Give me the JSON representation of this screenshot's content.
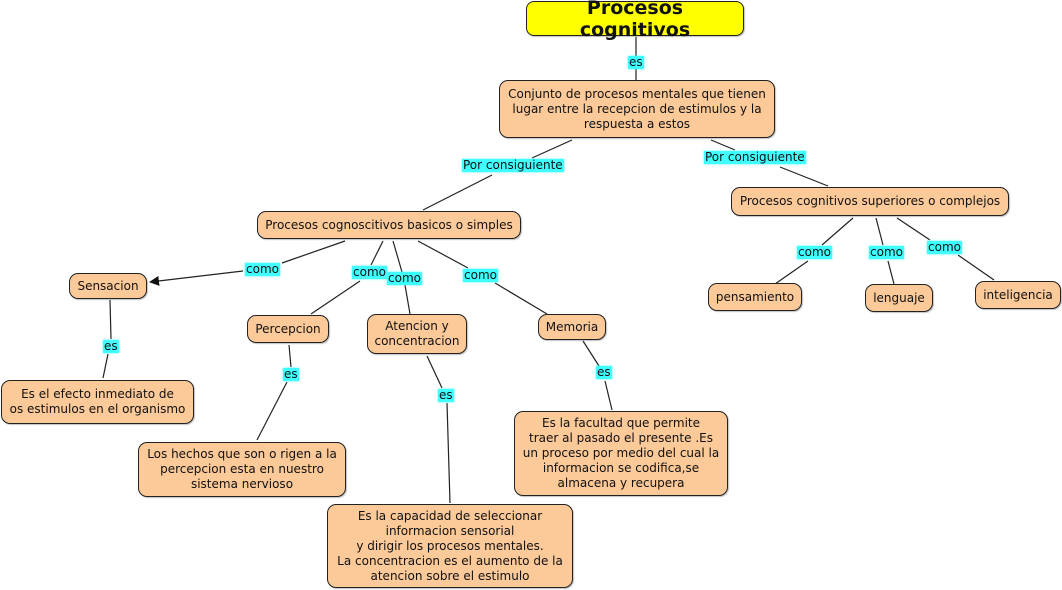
{
  "title": "Procesos cognitivos",
  "colors": {
    "root_fill": "#ffff00",
    "node_fill": "#fcc998",
    "link_label_fill": "#40ffff",
    "line": "#222222"
  },
  "nodes": {
    "root": "Procesos cognitivos",
    "definition": "Conjunto de procesos mentales que tienen\nlugar entre la recepcion de estimulos y la\nrespuesta a estos",
    "basicos": "Procesos cognoscitivos basicos o simples",
    "superiores": "Procesos cognitivos superiores o complejos",
    "sensacion": "Sensacion",
    "percepcion": "Percepcion",
    "atencion": "Atencion y\nconcentracion",
    "memoria": "Memoria",
    "pensamiento": "pensamiento",
    "lenguaje": "lenguaje",
    "inteligencia": "inteligencia",
    "sensacion_def": "Es el efecto inmediato de\nos estimulos en el organismo",
    "percepcion_def": "Los hechos que son o rigen a la\npercepcion esta en nuestro\nsistema nervioso",
    "atencion_def": "Es la capacidad de seleccionar\ninformacion sensorial\ny dirigir los procesos mentales.\nLa concentracion es el aumento de la\natencion sobre el estimulo",
    "memoria_def": "Es la facultad que permite\ntraer al pasado el presente .Es\nun proceso por medio del cual la\ninformacion se codifica,se\nalmacena y recupera"
  },
  "links": {
    "root_es": "es",
    "por_consiguiente_1": "Por consiguiente",
    "por_consiguiente_2": "Por consiguiente",
    "como_sensacion": "como",
    "como_percepcion": "como",
    "como_atencion": "como",
    "como_memoria": "como",
    "como_pensamiento": "como",
    "como_lenguaje": "como",
    "como_inteligencia": "como",
    "es_sensacion": "es",
    "es_percepcion": "es",
    "es_atencion": "es",
    "es_memoria": "es"
  }
}
